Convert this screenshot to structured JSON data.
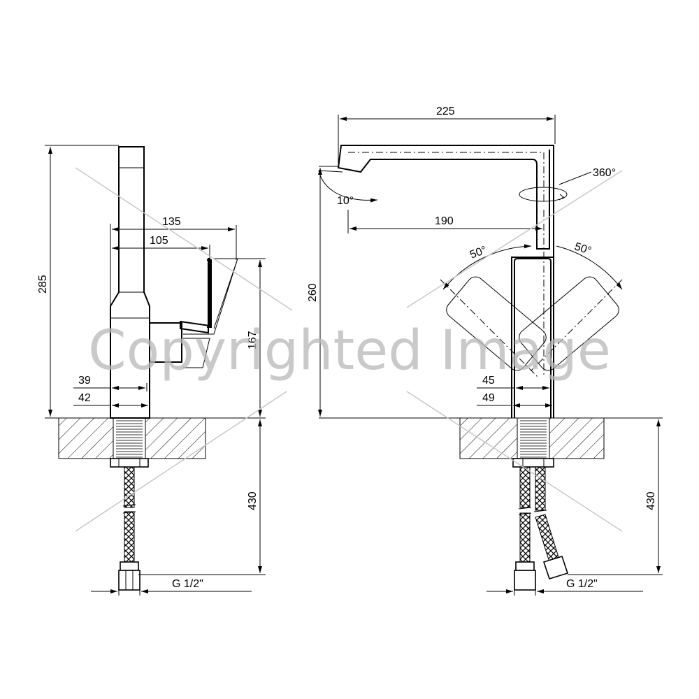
{
  "watermark": "Copyrighted Image",
  "side_view": {
    "dim_total_height": "285",
    "dim_reach_outer": "135",
    "dim_reach_inner": "105",
    "dim_lever_height": "167",
    "dim_base_39": "39",
    "dim_base_42": "42",
    "dim_hose_length": "430",
    "thread": "G 1/2\""
  },
  "front_view": {
    "dim_width": "225",
    "dim_spout_reach": "190",
    "dim_height": "260",
    "rotation": "360°",
    "tilt": "10°",
    "lever_left": "50°",
    "lever_right": "50°",
    "dim_base_45": "45",
    "dim_base_49": "49",
    "dim_hose_length": "430",
    "thread": "G 1/2\""
  }
}
